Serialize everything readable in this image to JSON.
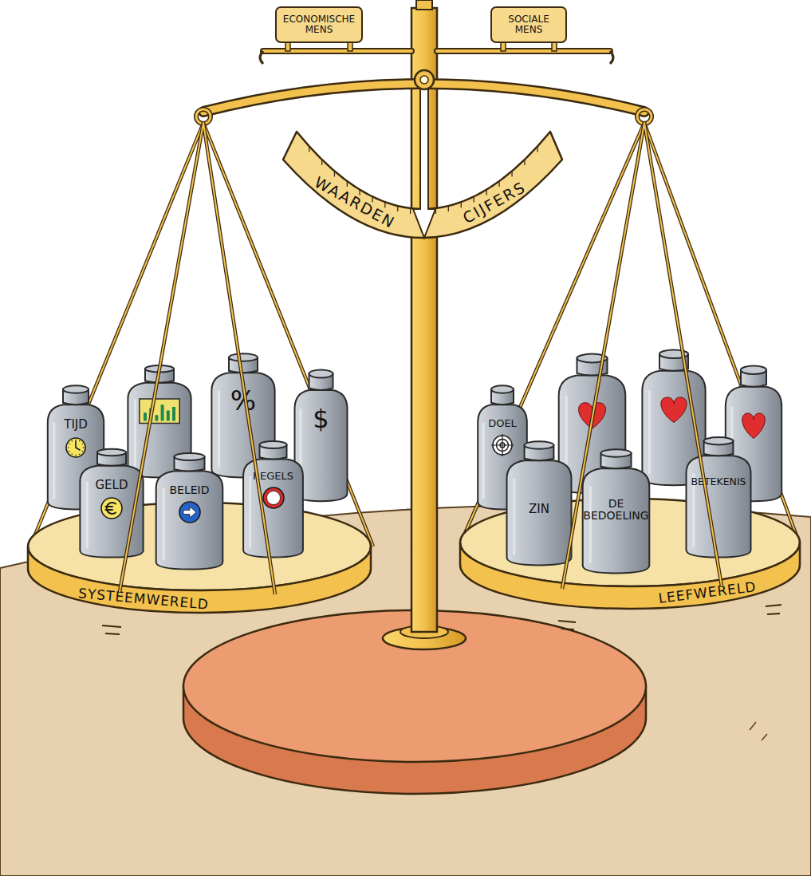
{
  "diagram": {
    "nodes": [
      {
        "text": [
          "ECONOMISCHE MENS"
        ]
      },
      {
        "text": [
          "SOCIALE MENS"
        ]
      },
      {
        "text": [
          "WAARDEN",
          "CIJFERS"
        ]
      },
      {
        "text": [
          "SYSTEEMWERELD"
        ]
      },
      {
        "text": [
          "TIJD"
        ],
        "in": 3
      },
      {
        "text": [
          "GELD"
        ],
        "in": 3
      },
      {
        "text": [
          "BELEID"
        ],
        "in": 3
      },
      {
        "text": [
          "%"
        ],
        "in": 3
      },
      {
        "text": [
          "$"
        ],
        "in": 3
      },
      {
        "text": [
          "REGELS"
        ],
        "in": 3
      },
      {
        "text": [
          "LEEFWERELD"
        ]
      },
      {
        "text": [
          "DOEL"
        ],
        "in": 10
      },
      {
        "text": [
          "ZIN"
        ],
        "in": 10
      },
      {
        "text": [
          "DE BEDOELING"
        ],
        "in": 10
      },
      {
        "text": [
          "BETEKENIS"
        ],
        "in": 10
      }
    ]
  }
}
